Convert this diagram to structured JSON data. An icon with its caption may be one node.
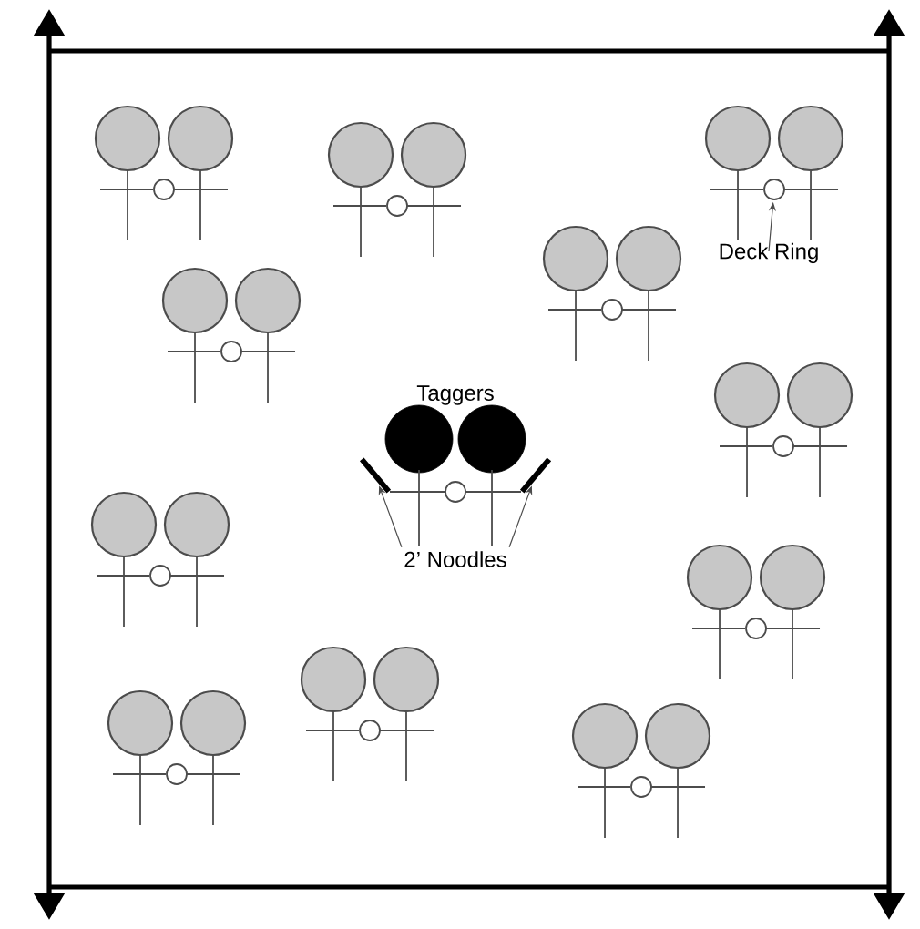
{
  "diagram": {
    "nodes": [
      {
        "text": [
          "Deck Ring"
        ]
      },
      {
        "text": [],
        "shape": "circle"
      },
      {
        "text": [
          "2’ Noodles"
        ]
      },
      {
        "text": [],
        "shape": "bar"
      },
      {
        "text": [],
        "shape": "bar"
      }
    ],
    "edges": [
      {
        "from": 0,
        "to": 1,
        "arrow": "to"
      },
      {
        "from": 2,
        "to": 3,
        "arrow": "to"
      },
      {
        "from": 2,
        "to": 4,
        "arrow": "to"
      }
    ],
    "labels": [
      "Taggers"
    ]
  }
}
